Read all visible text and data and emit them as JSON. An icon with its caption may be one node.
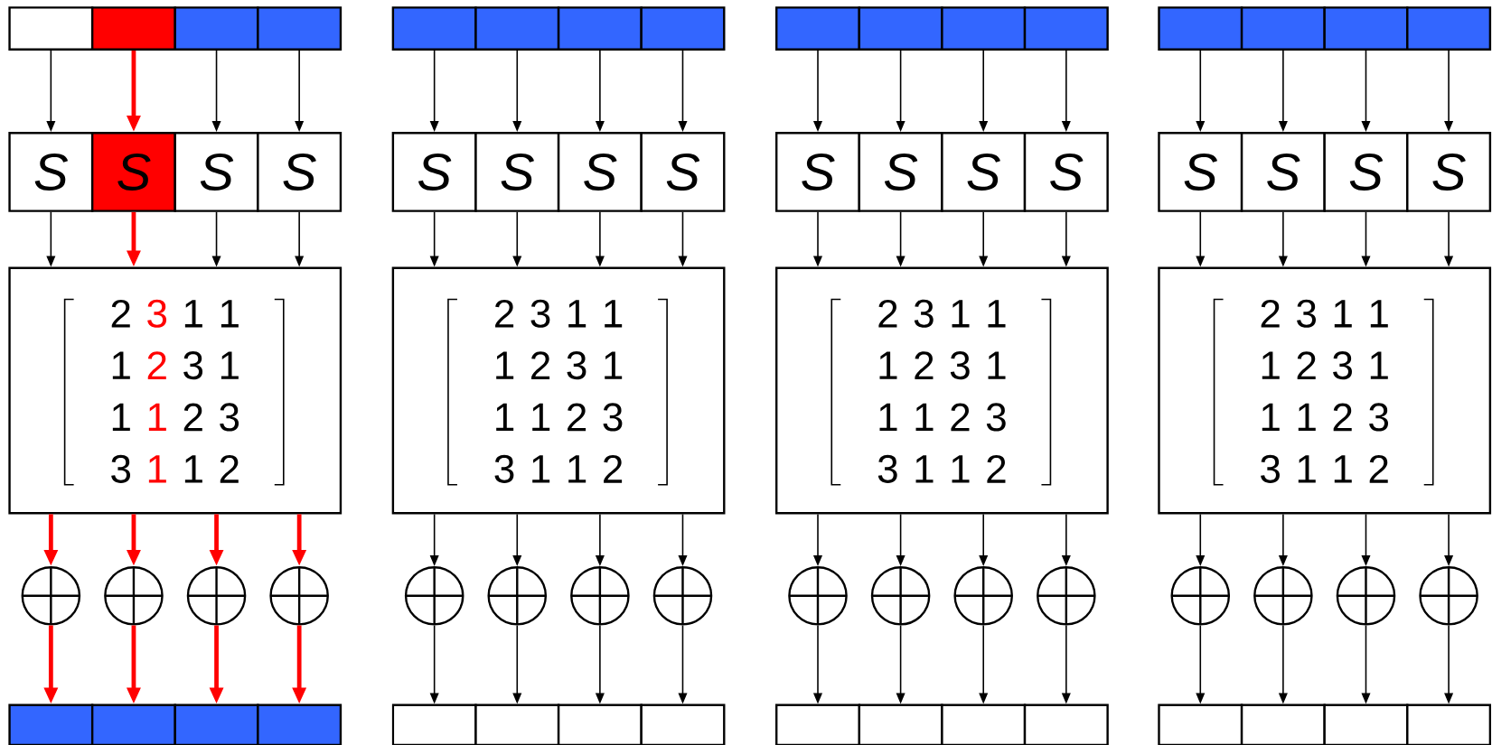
{
  "diagram": {
    "nodes": [
      {
        "text": [],
        "shape": "box"
      },
      {
        "text": [],
        "shape": "box"
      },
      {
        "text": [],
        "shape": "box"
      },
      {
        "text": [],
        "shape": "box"
      },
      {
        "text": [
          "S"
        ]
      },
      {
        "text": [
          "S"
        ]
      },
      {
        "text": [
          "S"
        ]
      },
      {
        "text": [
          "S"
        ]
      },
      {
        "text": [
          "2",
          "3",
          "1",
          "1",
          "1",
          "2",
          "3",
          "1",
          "1",
          "1",
          "2",
          "3",
          "3",
          "1",
          "1",
          "2"
        ]
      },
      {
        "text": [],
        "shape": "circle"
      },
      {
        "text": [],
        "shape": "circle"
      },
      {
        "text": [],
        "shape": "circle"
      },
      {
        "text": [],
        "shape": "circle"
      },
      {
        "text": [],
        "shape": "box"
      },
      {
        "text": [],
        "shape": "box"
      },
      {
        "text": [],
        "shape": "box"
      },
      {
        "text": [],
        "shape": "box"
      },
      {
        "text": [],
        "shape": "box"
      },
      {
        "text": [],
        "shape": "box"
      },
      {
        "text": [],
        "shape": "box"
      },
      {
        "text": [],
        "shape": "box"
      },
      {
        "text": [
          "S"
        ]
      },
      {
        "text": [
          "S"
        ]
      },
      {
        "text": [
          "S"
        ]
      },
      {
        "text": [
          "S"
        ]
      },
      {
        "text": [
          "2",
          "3",
          "1",
          "1",
          "1",
          "2",
          "3",
          "1",
          "1",
          "1",
          "2",
          "3",
          "3",
          "1",
          "1",
          "2"
        ]
      },
      {
        "text": [],
        "shape": "circle"
      },
      {
        "text": [],
        "shape": "circle"
      },
      {
        "text": [],
        "shape": "circle"
      },
      {
        "text": [],
        "shape": "circle"
      },
      {
        "text": [],
        "shape": "box"
      },
      {
        "text": [],
        "shape": "box"
      },
      {
        "text": [],
        "shape": "box"
      },
      {
        "text": [],
        "shape": "box"
      },
      {
        "text": [],
        "shape": "box"
      },
      {
        "text": [],
        "shape": "box"
      },
      {
        "text": [],
        "shape": "box"
      },
      {
        "text": [],
        "shape": "box"
      },
      {
        "text": [
          "S"
        ]
      },
      {
        "text": [
          "S"
        ]
      },
      {
        "text": [
          "S"
        ]
      },
      {
        "text": [
          "S"
        ]
      },
      {
        "text": [
          "2",
          "3",
          "1",
          "1",
          "1",
          "2",
          "3",
          "1",
          "1",
          "1",
          "2",
          "3",
          "3",
          "1",
          "1",
          "2"
        ]
      },
      {
        "text": [],
        "shape": "circle"
      },
      {
        "text": [],
        "shape": "circle"
      },
      {
        "text": [],
        "shape": "circle"
      },
      {
        "text": [],
        "shape": "circle"
      },
      {
        "text": [],
        "shape": "box"
      },
      {
        "text": [],
        "shape": "box"
      },
      {
        "text": [],
        "shape": "box"
      },
      {
        "text": [],
        "shape": "box"
      },
      {
        "text": [],
        "shape": "box"
      },
      {
        "text": [],
        "shape": "box"
      },
      {
        "text": [],
        "shape": "box"
      },
      {
        "text": [],
        "shape": "box"
      },
      {
        "text": [
          "S"
        ]
      },
      {
        "text": [
          "S"
        ]
      },
      {
        "text": [
          "S"
        ]
      },
      {
        "text": [
          "S"
        ]
      },
      {
        "text": [
          "2",
          "3",
          "1",
          "1",
          "1",
          "2",
          "3",
          "1",
          "1",
          "1",
          "2",
          "3",
          "3",
          "1",
          "1",
          "2"
        ]
      },
      {
        "text": [],
        "shape": "circle"
      },
      {
        "text": [],
        "shape": "circle"
      },
      {
        "text": [],
        "shape": "circle"
      },
      {
        "text": [],
        "shape": "circle"
      },
      {
        "text": [],
        "shape": "box"
      },
      {
        "text": [],
        "shape": "box"
      },
      {
        "text": [],
        "shape": "box"
      },
      {
        "text": [],
        "shape": "box"
      }
    ],
    "edges": [
      {
        "from": 0,
        "to": 4,
        "arrow": "to"
      },
      {
        "from": 1,
        "to": 5,
        "arrow": "to",
        "style": "thick",
        "color": "#ff0000"
      },
      {
        "from": 2,
        "to": 6,
        "arrow": "to"
      },
      {
        "from": 3,
        "to": 7,
        "arrow": "to"
      },
      {
        "from": 4,
        "to": 8,
        "arrow": "to"
      },
      {
        "from": 5,
        "to": 8,
        "arrow": "to",
        "style": "thick",
        "color": "#ff0000"
      },
      {
        "from": 6,
        "to": 8,
        "arrow": "to"
      },
      {
        "from": 7,
        "to": 8,
        "arrow": "to"
      },
      {
        "from": 8,
        "to": 9,
        "arrow": "to",
        "style": "thick",
        "color": "#ff0000"
      },
      {
        "from": 8,
        "to": 10,
        "arrow": "to",
        "style": "thick",
        "color": "#ff0000"
      },
      {
        "from": 8,
        "to": 11,
        "arrow": "to",
        "style": "thick",
        "color": "#ff0000"
      },
      {
        "from": 8,
        "to": 12,
        "arrow": "to",
        "style": "thick",
        "color": "#ff0000"
      },
      {
        "from": 9,
        "to": 13,
        "arrow": "to",
        "style": "thick",
        "color": "#ff0000"
      },
      {
        "from": 10,
        "to": 14,
        "arrow": "to",
        "style": "thick",
        "color": "#ff0000"
      },
      {
        "from": 11,
        "to": 15,
        "arrow": "to",
        "style": "thick",
        "color": "#ff0000"
      },
      {
        "from": 12,
        "to": 16,
        "arrow": "to",
        "style": "thick",
        "color": "#ff0000"
      },
      {
        "from": 17,
        "to": 21,
        "arrow": "to"
      },
      {
        "from": 18,
        "to": 22,
        "arrow": "to"
      },
      {
        "from": 19,
        "to": 23,
        "arrow": "to"
      },
      {
        "from": 20,
        "to": 24,
        "arrow": "to"
      },
      {
        "from": 21,
        "to": 25,
        "arrow": "to"
      },
      {
        "from": 22,
        "to": 25,
        "arrow": "to"
      },
      {
        "from": 23,
        "to": 25,
        "arrow": "to"
      },
      {
        "from": 24,
        "to": 25,
        "arrow": "to"
      },
      {
        "from": 25,
        "to": 26,
        "arrow": "to"
      },
      {
        "from": 25,
        "to": 27,
        "arrow": "to"
      },
      {
        "from": 25,
        "to": 28,
        "arrow": "to"
      },
      {
        "from": 25,
        "to": 29,
        "arrow": "to"
      },
      {
        "from": 26,
        "to": 30,
        "arrow": "to"
      },
      {
        "from": 27,
        "to": 31,
        "arrow": "to"
      },
      {
        "from": 28,
        "to": 32,
        "arrow": "to"
      },
      {
        "from": 29,
        "to": 33,
        "arrow": "to"
      },
      {
        "from": 34,
        "to": 38,
        "arrow": "to"
      },
      {
        "from": 35,
        "to": 39,
        "arrow": "to"
      },
      {
        "from": 36,
        "to": 40,
        "arrow": "to"
      },
      {
        "from": 37,
        "to": 41,
        "arrow": "to"
      },
      {
        "from": 38,
        "to": 42,
        "arrow": "to"
      },
      {
        "from": 39,
        "to": 42,
        "arrow": "to"
      },
      {
        "from": 40,
        "to": 42,
        "arrow": "to"
      },
      {
        "from": 41,
        "to": 42,
        "arrow": "to"
      },
      {
        "from": 42,
        "to": 43,
        "arrow": "to"
      },
      {
        "from": 42,
        "to": 44,
        "arrow": "to"
      },
      {
        "from": 42,
        "to": 45,
        "arrow": "to"
      },
      {
        "from": 42,
        "to": 46,
        "arrow": "to"
      },
      {
        "from": 43,
        "to": 47,
        "arrow": "to"
      },
      {
        "from": 44,
        "to": 48,
        "arrow": "to"
      },
      {
        "from": 45,
        "to": 49,
        "arrow": "to"
      },
      {
        "from": 46,
        "to": 50,
        "arrow": "to"
      },
      {
        "from": 51,
        "to": 55,
        "arrow": "to"
      },
      {
        "from": 52,
        "to": 56,
        "arrow": "to"
      },
      {
        "from": 53,
        "to": 57,
        "arrow": "to"
      },
      {
        "from": 54,
        "to": 58,
        "arrow": "to"
      },
      {
        "from": 55,
        "to": 59,
        "arrow": "to"
      },
      {
        "from": 56,
        "to": 59,
        "arrow": "to"
      },
      {
        "from": 57,
        "to": 59,
        "arrow": "to"
      },
      {
        "from": 58,
        "to": 59,
        "arrow": "to"
      },
      {
        "from": 59,
        "to": 60,
        "arrow": "to"
      },
      {
        "from": 59,
        "to": 61,
        "arrow": "to"
      },
      {
        "from": 59,
        "to": 62,
        "arrow": "to"
      },
      {
        "from": 59,
        "to": 63,
        "arrow": "to"
      },
      {
        "from": 60,
        "to": 64,
        "arrow": "to"
      },
      {
        "from": 61,
        "to": 65,
        "arrow": "to"
      },
      {
        "from": 62,
        "to": 66,
        "arrow": "to"
      },
      {
        "from": 63,
        "to": 67,
        "arrow": "to"
      }
    ]
  }
}
